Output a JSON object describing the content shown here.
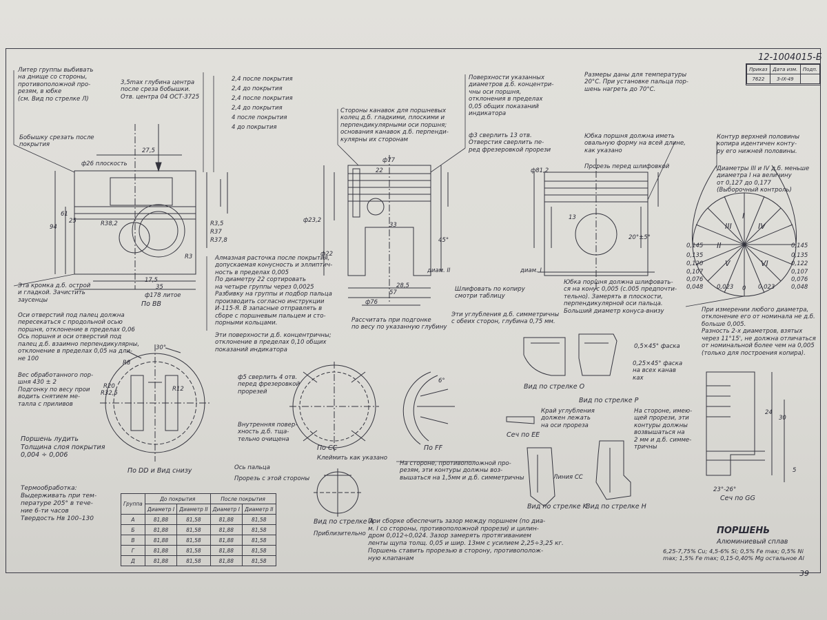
{
  "sheet": {
    "doc_number": "12-1004015-Б",
    "page_number": "39",
    "revision_table": {
      "headers": [
        "Приказ",
        "Дата изм.",
        "Подп."
      ],
      "row": [
        "7622",
        "3-IX-49",
        ""
      ]
    }
  },
  "notes": {
    "n_group_letter": "Литер группы выбивать\nна днище со стороны,\nпротивоположной про-\nрезям, в юбке\n(см. Вид по стрелке Л)",
    "n_depth": "3,5max глубина центра\nпосле среза бобышки.\nОтв. центра 04 ОСТ-3725",
    "n_cut_boss": "Бобышку срезать после\nпокрытия",
    "n_edge": "Эта кромка д.б. острой\nи гладкой. Зачистить\nзаусенцы",
    "n_axes": "Оси отверстий под палец должна\nпересекаться с продольной осью\nпоршня, отклонение в пределах 0,06\nОсь поршня и оси отверстий под\nпалец д.б. взаимно перпендикулярны,\nотклонение в пределах 0,05 на дли-\nне 100",
    "n_weight": "Вес обработанного пор-\nшня 430 ± 2\nПодгонку по весу прои\nводить снятием ме-\nталла с приливов",
    "n_tin": "Поршень лудить\nТолщина слоя покрытия\n0,004 ÷ 0,006",
    "n_heat": "Термообработка:\nВыдерживать при тем-\nпературе 205° в тече-\nние 6-ти часов\nТвердость Hв 100–130",
    "n_grooves": "Стороны канавок для поршневых\nколец д.б. гладкими, плоскими и\nперпендикулярными оси поршня;\nоснования канавок д.б. перпенди-\nкулярны их сторонам",
    "n_diamond": "Алмазная расточка после покрытия,\nдопускаемая конусность и эллиптич-\nность в пределах 0,005\nПо диаметру 22 сортировать\nна четыре группы через 0,0025\nРазбивку на группы и подбор пальца\nпроизводить согласно инструкции\nИ-115-Я. В запасные отправлять в\nсборе с поршневым пальцем и сто-\nпорными кольцами.",
    "n_concentric": "Эти поверхности д.б. концентричны;\nотклонение в пределах 0,10 общих\nпоказаний индикатора",
    "n_drill4": "ф5 сверлить 4 отв.\nперед фрезеровкой\nпрорезей",
    "n_inner": "Внутренняя повер-\nхность д.б. тща-\nтельно очищена",
    "n_calc": "Рассчитать при подгонке\nпо весу по указанную глубину",
    "n_surfaces": "Поверхности указанных\nдиаметров д.б. концентри-\nчны оси поршня,\nотклонения в пределах\n0,05 общих показаний\nиндикатора",
    "n_drill13": "ф3 сверлить 13 отв.\nОтверстия сверлить пе-\nред фрезеровкой прорези",
    "n_dims": "Размеры даны для температуры\n20°С. При установке пальца пор-\nшень нагреть до 70°С.",
    "n_oval": "Юбка поршня должна иметь\nовальную форму на всей длине,\nкак указано",
    "n_slot": "Прорезь перед шлифовкой",
    "n_contour": "Контур верхней половины\nкопира идентичен конту-\nру его нижней половины.",
    "n_diam_group": "Диаметры III и IV д.б. меньше\nдиаметра I на величину\nот 0,127 до 0,177\n(Выборочный контроль)",
    "n_grind": "Шлифовать по копиру\nсмотри таблицу",
    "n_cone": "Юбка поршня должна шлифовать-\nся на конус 0,005 (с.005 предпочти-\nтельно). Замерять в плоскости,\nперпендикулярной оси пальца.\nБольший диаметр конуса-внизу",
    "n_measure": "При измерении любого диаметра,\nотклонение его от номинала не д.б.\nбольше 0,005.\nРазность 2-х диаметров, взятых\nчерез 11°15', не должна отличаться\nот номинальной более чем на 0,005\n(только для построения копира).",
    "n_recess": "Эти углубления д.б. симметричны\nс обеих сторон, глубина 0,75 мм.",
    "n_notch": "Край углубления\nдолжен лежать\nна оси прореза",
    "n_slot_side": "На стороне, имею-\nщей прорези, эти\nконтуры должны\nвозвышаться на\n2 мм и д.б. симме-\nтричны",
    "n_opposite": "На стороне, противоположной про-\nрезям, эти контуры должны воз-\nвышаться на 1,5мм и д.б. симметричны",
    "n_assembly": "При сборке обеспечить зазор между поршнем (по диа-\nм. I со стороны, противоположной прорези) и цилин-\nдром 0,012÷0,024. Зазор замерять протягиванием\nленты щупа толщ. 0,05 и шир. 13мм с усилием 2,25÷3,25 кг.\nПоршень ставить прорезью в сторону, противополож-\nную клапанам",
    "n_axis_pin": "Ось пальца",
    "n_slot_here": "Прорезь с этой стороны",
    "n_stamp": "Клеймить как указано",
    "n_approx": "Приблизительно",
    "n_chamfer1": "0,5×45° фаска",
    "n_chamfer2": "0,25×45° фаска\nна всех канав\nках"
  },
  "dim_callouts": {
    "d1": "2,4 после покрытия",
    "d2": "2,4 до покрытия",
    "d3": "2,4 после покрытия",
    "d4": "2,4 до покрытия",
    "d5": "4 после покрытия",
    "d6": "4 до покрытия"
  },
  "view_labels": {
    "v_bb": "По BB",
    "v_dd": "По DD и Вид снизу",
    "v_cc": "По CC",
    "v_ff": "По FF",
    "v_o": "Вид по стрелке O",
    "v_p": "Вид по стрелке P",
    "v_k": "Вид по стрелке K",
    "v_h": "Вид по стрелке H",
    "v_a": "Вид по стрелке A",
    "v_ee": "Сеч по EE",
    "v_gg": "Сеч по GG",
    "line_cc": "Линия CC",
    "diam_i": "диам. I",
    "diam_ii": "диам. II"
  },
  "part": {
    "name": "ПОРШЕНЬ",
    "material": "Алюминиевый сплав",
    "composition": "6,25-7,75% Cu; 4,5-6% Si; 0,5% Fe max; 0,5% Ni max; 1,5% Fe max; 0,15-0,40% Mg остальное Al"
  },
  "group_table": {
    "head_before": "До покрытия",
    "head_after": "После покрытия",
    "col_group": "Группа",
    "col_d1": "Диаметр I",
    "col_d2": "Диаметр II",
    "rows": [
      [
        "А",
        "81,88",
        "81,58",
        "81,88",
        "81,58"
      ],
      [
        "Б",
        "81,88",
        "81,58",
        "81,88",
        "81,58"
      ],
      [
        "В",
        "81,88",
        "81,58",
        "81,88",
        "81,58"
      ],
      [
        "Г",
        "81,88",
        "81,58",
        "81,88",
        "81,58"
      ],
      [
        "Д",
        "81,88",
        "81,58",
        "81,88",
        "81,58"
      ]
    ]
  },
  "dims": {
    "d26": "ф26 плоскость",
    "d178": "ф178 литое",
    "d77": "ф77",
    "d76": "ф76",
    "d812": "ф81,2",
    "d22": "ф22",
    "d232": "ф23,2",
    "r8": "R8",
    "r20": "R20",
    "r325": "R32,5",
    "r12": "R12",
    "r3": "R3",
    "r35": "R3,5",
    "r37": "R37",
    "r378": "R37,8",
    "r382": "R38,2",
    "a30": "30°",
    "a45": "45°",
    "a20": "20°±5°",
    "a23": "23°-26°",
    "a6": "6°",
    "n94": "94",
    "n61": "61",
    "n25": "25",
    "n22": "22",
    "n33": "33",
    "n57": "57",
    "n285": "28,5",
    "n175": "17,5",
    "n35": "35",
    "n13": "13",
    "n24": "24",
    "n30": "30",
    "n5": "5",
    "n275": "27,5"
  },
  "copier": {
    "labels": [
      "I",
      "II",
      "III",
      "IV",
      "V",
      "VI"
    ],
    "left_vals": [
      "0,145",
      "0,135",
      "0,120",
      "0,107",
      "0,076",
      "0,048"
    ],
    "right_vals": [
      "0,145",
      "0,135",
      "0,122",
      "0,107",
      "0,076",
      "0,048"
    ],
    "bottom_vals": [
      "0,023",
      "0",
      "0,023"
    ]
  }
}
